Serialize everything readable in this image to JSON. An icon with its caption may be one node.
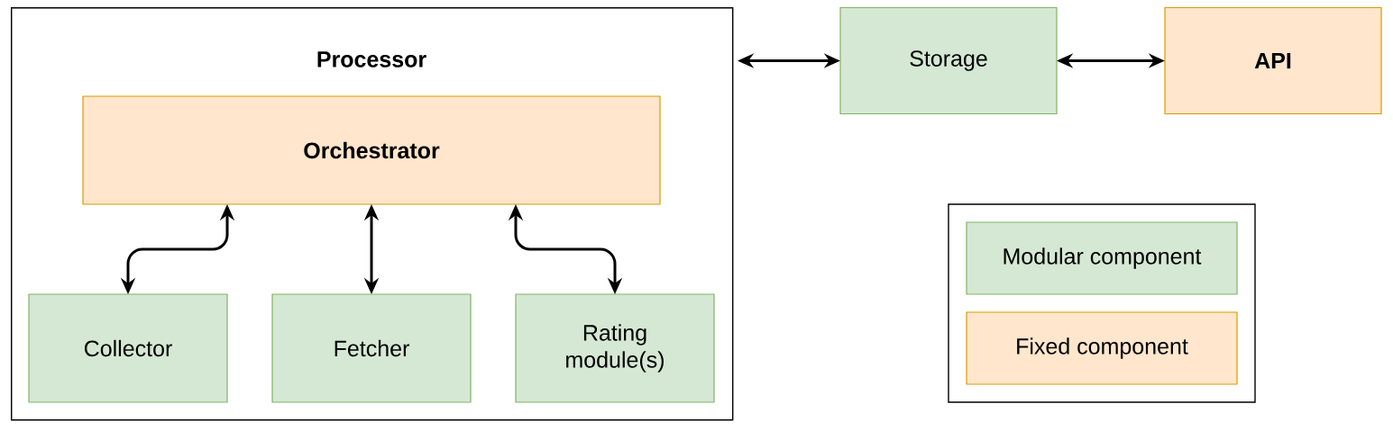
{
  "diagram": {
    "nodes": [
      {
        "text": [
          "Processor"
        ]
      },
      {
        "text": [
          "Orchestrator"
        ],
        "in": 0
      },
      {
        "text": [
          "Collector"
        ],
        "in": 0
      },
      {
        "text": [
          "Fetcher"
        ],
        "in": 0
      },
      {
        "text": [
          "Rating module(s)"
        ],
        "in": 0
      },
      {
        "text": [
          "Storage"
        ]
      },
      {
        "text": [
          "API"
        ]
      }
    ],
    "edges": [
      {
        "from": 1,
        "to": 2,
        "arrow": "both"
      },
      {
        "from": 1,
        "to": 3,
        "arrow": "both"
      },
      {
        "from": 1,
        "to": 4,
        "arrow": "both"
      },
      {
        "from": 0,
        "to": 5,
        "arrow": "both"
      },
      {
        "from": 5,
        "to": 6,
        "arrow": "both"
      }
    ],
    "legend": [
      {
        "text": "Modular component",
        "color": "#d5e8d4"
      },
      {
        "text": "Fixed component",
        "color": "#ffe6cc"
      }
    ]
  }
}
